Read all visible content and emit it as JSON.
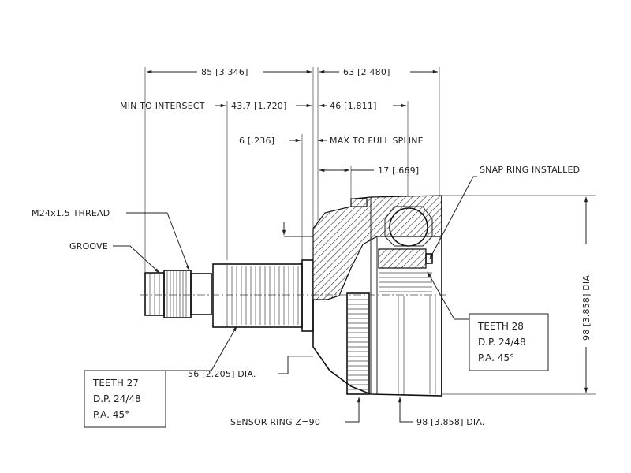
{
  "dimensions": {
    "overall_left": "85 [3.346]",
    "overall_right": "63 [2.480]",
    "min_to_intersect_label": "MIN TO INTERSECT",
    "min_to_intersect": "43.7 [1.720]",
    "right_46": "46 [1.811]",
    "six": "6 [.236]",
    "max_to_full_spline": "MAX TO FULL SPLINE",
    "seventeen": "17 [.669]",
    "snap_ring": "SNAP RING INSTALLED",
    "thread": "M24x1.5 THREAD",
    "groove": "GROOVE",
    "dia_56": "56 [2.205] DIA.",
    "sensor_ring": "SENSOR RING Z=90",
    "dia_98_bottom": "98 [3.858] DIA.",
    "dia_98_side": "98 [3.858] DIA"
  },
  "spec_left": {
    "teeth": "TEETH 27",
    "dp": "D.P. 24/48",
    "pa": "P.A. 45°"
  },
  "spec_right": {
    "teeth": "TEETH 28",
    "dp": "D.P. 24/48",
    "pa": "P.A. 45°"
  }
}
